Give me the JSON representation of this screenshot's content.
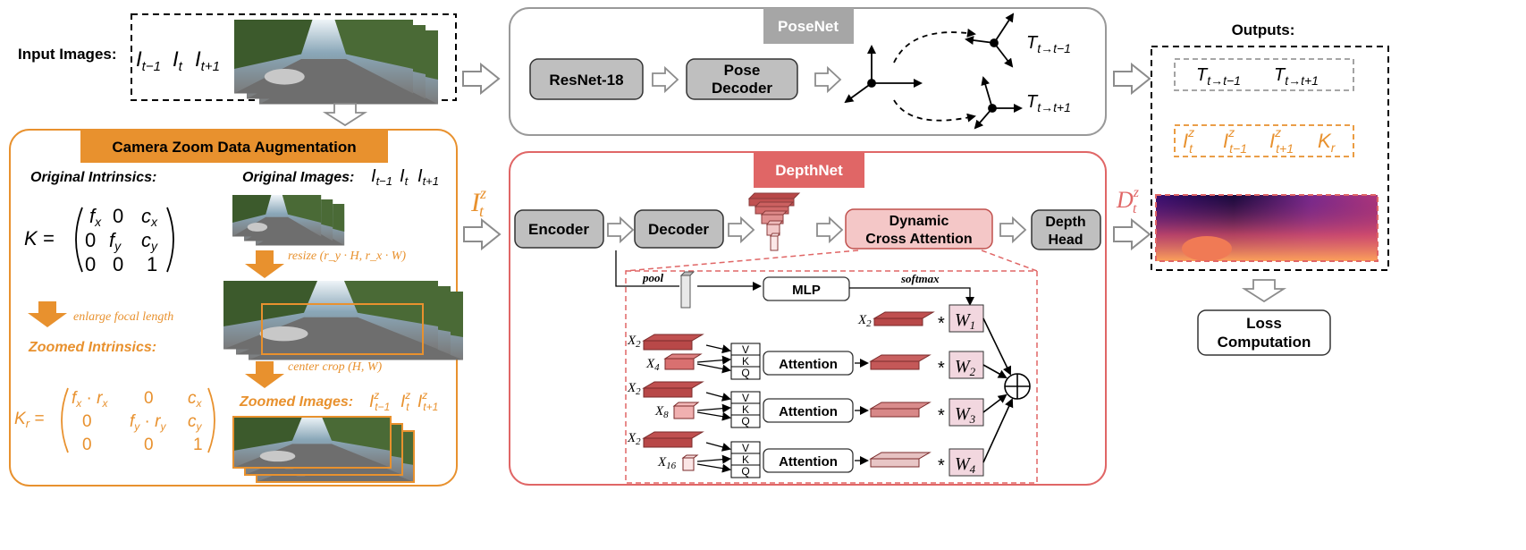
{
  "input": {
    "label": "Input Images:",
    "frames": [
      "I_{t-1}",
      "I_t",
      "I_{t+1}"
    ]
  },
  "posenet": {
    "title": "PoseNet",
    "resnet": "ResNet-18",
    "pose_decoder": [
      "Pose",
      "Decoder"
    ],
    "transforms": [
      "T_{t→t-1}",
      "T_{t→t+1}"
    ]
  },
  "outputs": {
    "title": "Outputs:",
    "transforms": [
      "T_{t→t-1}",
      "T_{t→t+1}"
    ],
    "images": [
      "I_t^z",
      "I_{t-1}^z",
      "I_{t+1}^z",
      "K_r"
    ],
    "loss": [
      "Loss",
      "Computation"
    ]
  },
  "augmentation": {
    "title": "Camera Zoom Data Augmentation",
    "original_intrinsics": "Original Intrinsics:",
    "original_images": "Original Images:",
    "original_images_frames": [
      "I_{t-1}",
      "I_t",
      "I_{t+1}"
    ],
    "K_matrix": {
      "lhs": "K =",
      "rows": [
        [
          "f_x",
          "0",
          "c_x"
        ],
        [
          "0",
          "f_y",
          "c_y"
        ],
        [
          "0",
          "0",
          "1"
        ]
      ]
    },
    "resize": "resize  (r_y · H, r_x · W)",
    "enlarge": "enlarge focal length",
    "zoomed_intrinsics": "Zoomed Intrinsics:",
    "center_crop": "center crop  (H, W)",
    "zoomed_images": "Zoomed Images:",
    "zoomed_images_frames": [
      "I_{t-1}^z",
      "I_t^z",
      "I_{t+1}^z"
    ],
    "Kr_matrix": {
      "lhs": "K_r =",
      "rows": [
        [
          "f_x · r_x",
          "0",
          "c_x"
        ],
        [
          "0",
          "f_y · r_y",
          "c_y"
        ],
        [
          "0",
          "0",
          "1"
        ]
      ]
    }
  },
  "depthnet": {
    "title": "DepthNet",
    "input_label": "I_t^z",
    "output_label": "D_t^z",
    "encoder": "Encoder",
    "decoder": "Decoder",
    "dca": [
      "Dynamic",
      "Cross Attention"
    ],
    "depth_head": [
      "Depth",
      "Head"
    ]
  },
  "dca_detail": {
    "pool": "pool",
    "mlp": "MLP",
    "softmax": "softmax",
    "attention": "Attention",
    "vkq": [
      "V",
      "K",
      "Q"
    ],
    "features": [
      "X_2",
      "X_4",
      "X_8",
      "X_16"
    ],
    "weights": [
      "W_1",
      "W_2",
      "W_3",
      "W_4"
    ],
    "multiply": "*"
  },
  "colors": {
    "orange": "#e8912e",
    "dca_red": "#e06666",
    "posenet_gray": "#a6a6a6",
    "box_gray": "#bfbfbf",
    "weight_pink": "#f2d7df"
  }
}
